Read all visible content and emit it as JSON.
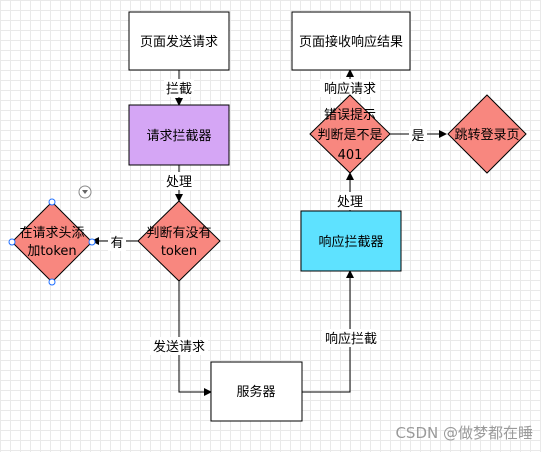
{
  "nodes": {
    "page_request": "页面发送请求",
    "page_receive": "页面接收响应结果",
    "request_interceptor": "请求拦截器",
    "response_interceptor": "响应拦截器",
    "server": "服务器",
    "check_token": [
      "判断有没有",
      "token"
    ],
    "add_token": [
      "在请求头添",
      "加token"
    ],
    "error_check": [
      "错误提示",
      "判断是不是",
      "401"
    ],
    "login_page": "跳转登录页"
  },
  "edges": {
    "intercept_top": "拦截",
    "process_top": "处理",
    "has": "有",
    "send_request": "发送请求",
    "response_intercept": "响应拦截",
    "process_bottom": "处理",
    "response_request": "响应请求",
    "yes": "是"
  },
  "watermark": "CSDN @做梦都在睡",
  "colors": {
    "interceptor_request": "#d5a6f5",
    "interceptor_response": "#5ee2ff",
    "diamond": "#f8877f",
    "box": "#ffffff",
    "line": "#000000",
    "selection_handle": "#1f6fff"
  }
}
